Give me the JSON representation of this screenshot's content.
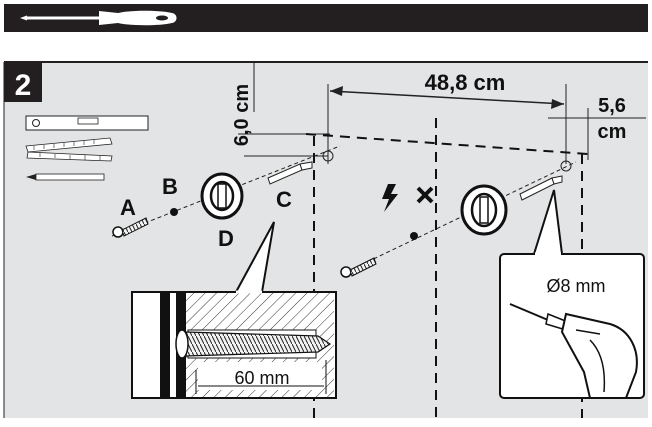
{
  "header": {
    "tool_icon": "screwdriver-icon"
  },
  "step": {
    "number": "2"
  },
  "labels": {
    "a": "A",
    "b": "B",
    "c": "C",
    "d": "D"
  },
  "dimensions": {
    "vertical_offset": "6,0 cm",
    "horizontal_spacing": "48,8 cm",
    "side_offset_line1": "5,6",
    "side_offset_line2": "cm",
    "drill_diameter": "Ø8 mm",
    "screw_depth": "60 mm"
  },
  "icons": {
    "level": "spirit-level-icon",
    "ruler": "folding-ruler-icon",
    "pencil": "pencil-icon",
    "warning": "electric-warning-icon",
    "no": "cross-icon",
    "drill": "drill-icon"
  },
  "colors": {
    "panel_bg": "#e3e4e5",
    "header_bg": "#231f20",
    "line": "#1a1a1a",
    "step_bg": "#231f20"
  }
}
